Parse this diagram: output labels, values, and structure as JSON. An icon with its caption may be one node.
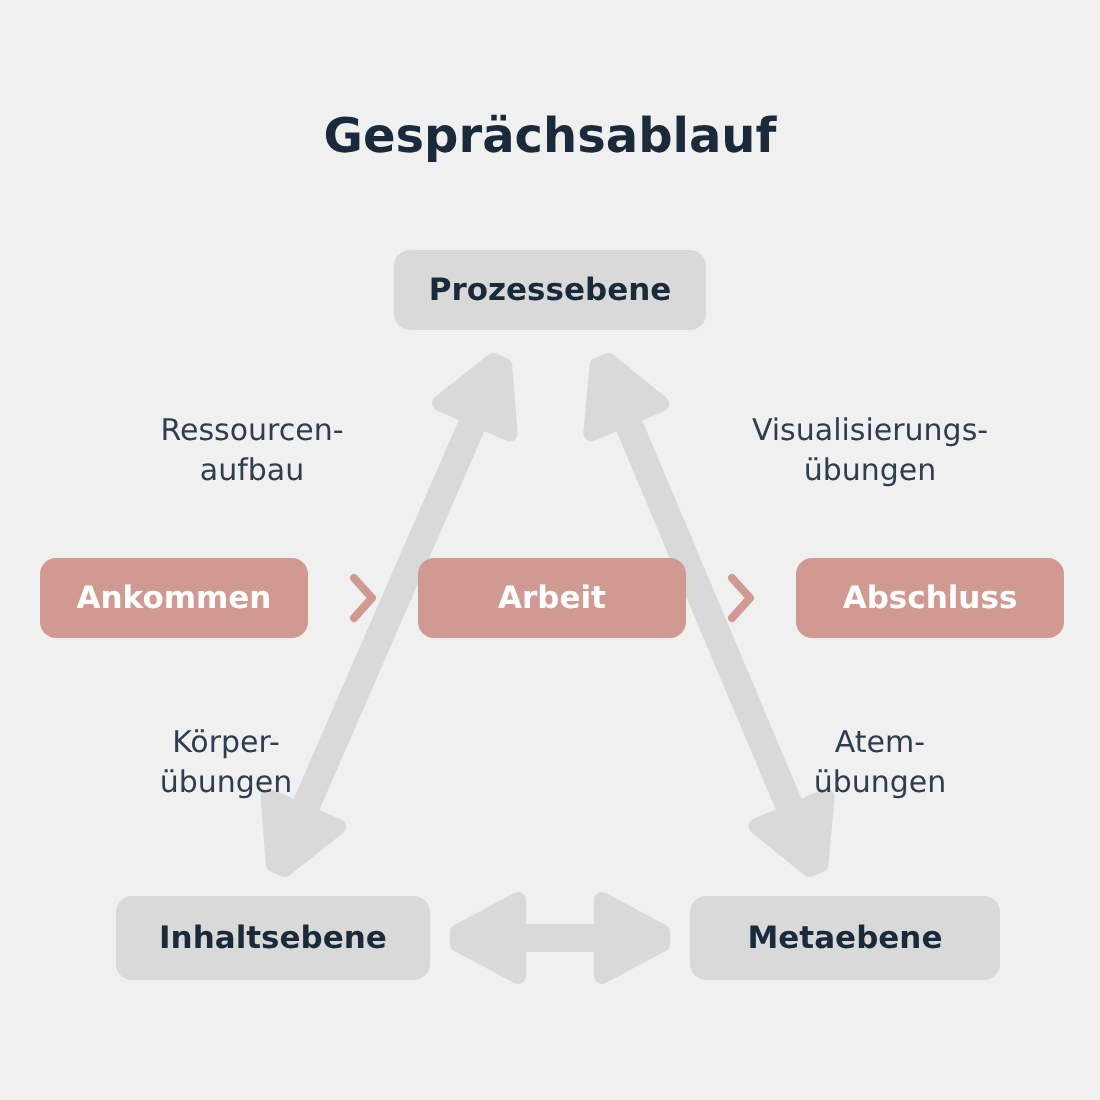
{
  "diagram": {
    "title": "Gesprächsablauf",
    "nodes": [
      {
        "text": [
          "Prozessebene"
        ]
      },
      {
        "text": [
          "Ankommen"
        ]
      },
      {
        "text": [
          "Arbeit"
        ]
      },
      {
        "text": [
          "Abschluss"
        ]
      },
      {
        "text": [
          "Inhaltsebene"
        ]
      },
      {
        "text": [
          "Metaebene"
        ]
      }
    ],
    "edges": [
      {
        "from": 1,
        "to": 2,
        "arrow": "to",
        "color": "#d09a92"
      },
      {
        "from": 2,
        "to": 3,
        "arrow": "to",
        "color": "#d09a92"
      },
      {
        "from": 4,
        "to": 0,
        "arrow": "both"
      },
      {
        "from": 0,
        "to": 5,
        "arrow": "both"
      },
      {
        "from": 4,
        "to": 5,
        "arrow": "both"
      }
    ],
    "labels": [
      "Ressourcen- aufbau",
      "Visualisierungs- übungen",
      "Körper- übungen",
      "Atem- übungen"
    ]
  }
}
